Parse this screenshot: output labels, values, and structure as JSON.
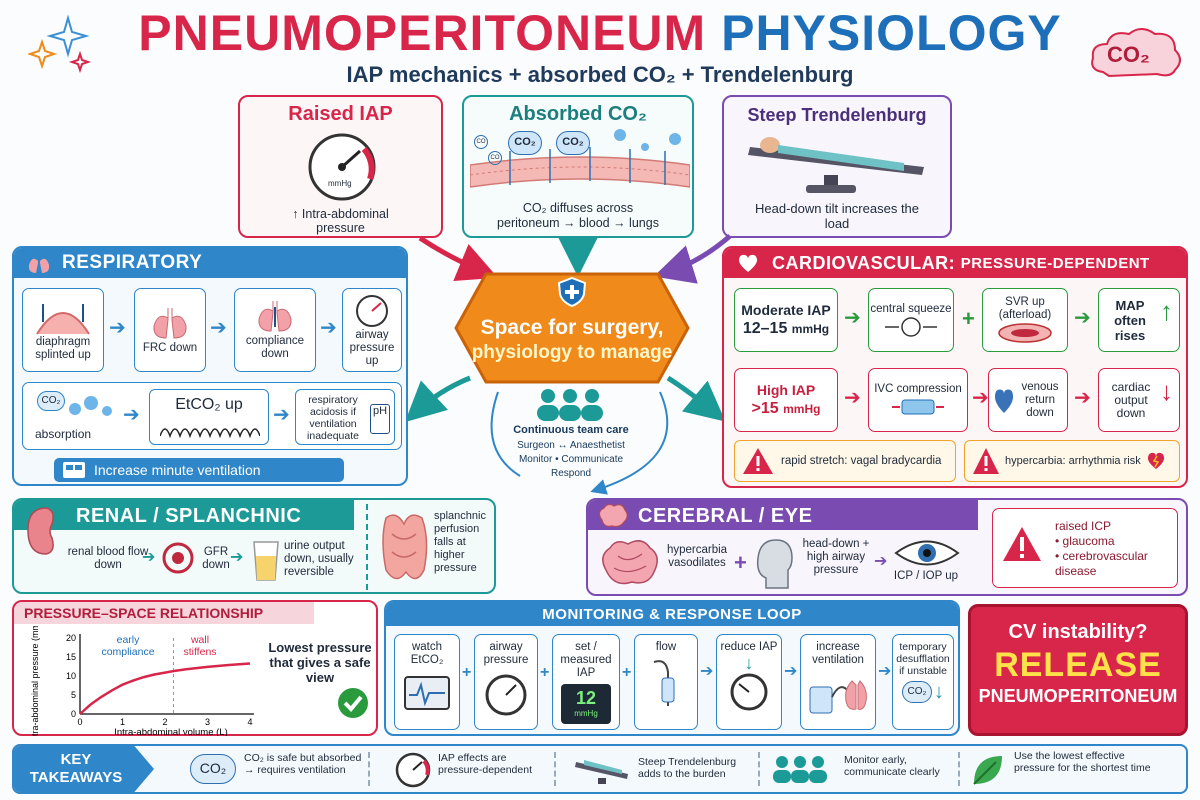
{
  "header": {
    "title_part1": "PNEUMOPERITONEUM",
    "title_part2": "PHYSIOLOGY",
    "subtitle": "IAP mechanics + absorbed CO₂ + Trendelenburg",
    "cloud_badge": "CO₂"
  },
  "top": {
    "iap": {
      "title": "Raised IAP",
      "gauge_unit": "mmHg",
      "caption": "↑ Intra-abdominal pressure"
    },
    "co2": {
      "title": "Absorbed CO₂",
      "bubble1": "CO₂",
      "bubble2": "CO₂",
      "tiny1": "CO",
      "tiny2": "CO",
      "caption": "CO₂ diffuses across peritoneum → blood → lungs"
    },
    "trend": {
      "title": "Steep Trendelenburg",
      "caption": "Head-down tilt increases the load"
    }
  },
  "center": {
    "line1": "Space for surgery,",
    "line2": "physiology to manage",
    "team_title": "Continuous team care",
    "team_line1": "Surgeon ↔ Anaesthetist",
    "team_line2": "Monitor • Communicate",
    "team_line3": "Respond"
  },
  "resp": {
    "title": "RESPIRATORY",
    "step1": "diaphragm splinted up",
    "step2": "FRC down",
    "step3": "compliance down",
    "step4": "airway pressure up",
    "co2_label": "CO₂",
    "absorption": "absorption",
    "etco2": "EtCO₂ up",
    "acidosis": "respiratory acidosis if ventilation inadequate",
    "ph": "pH",
    "action": "Increase minute ventilation"
  },
  "cv": {
    "title_bold": "CARDIOVASCULAR:",
    "title_rest": "PRESSURE-DEPENDENT",
    "moderate": "Moderate IAP",
    "moderate_range": "12–15",
    "unit": "mmHg",
    "central": "central squeeze",
    "svr": "SVR up (afterload)",
    "map": "MAP often rises",
    "high": "High IAP",
    "high_range": ">15",
    "ivc": "IVC compression",
    "venous": "venous return down",
    "co": "cardiac output down",
    "warn1": "rapid stretch: vagal bradycardia",
    "warn2": "hypercarbia: arrhythmia risk"
  },
  "renal": {
    "title": "RENAL / SPLANCHNIC",
    "blood": "renal blood flow down",
    "gfr": "GFR down",
    "urine": "urine output down, usually reversible",
    "splanchnic": "splanchnic perfusion falls at higher pressure"
  },
  "cerebral": {
    "title": "CEREBRAL / EYE",
    "hyper": "hypercarbia vasodilates",
    "headdown": "head-down + high airway pressure",
    "icp": "ICP / IOP up",
    "raised": "raised ICP",
    "b1": "glaucoma",
    "b2": "cerebrovascular disease"
  },
  "pressure": {
    "title": "PRESSURE–SPACE RELATIONSHIP",
    "ylabel": "Intra-abdominal pressure (mmHg)",
    "xlabel": "Intra-abdominal volume (L)",
    "early": "early compliance",
    "wall": "wall stiffens",
    "note": "Lowest pressure that gives a safe view"
  },
  "chart_data": {
    "type": "line",
    "title": "PRESSURE–SPACE RELATIONSHIP",
    "xlabel": "Intra-abdominal volume (L)",
    "ylabel": "Intra-abdominal pressure (mmHg)",
    "xlim": [
      0,
      4
    ],
    "ylim": [
      0,
      20
    ],
    "xticks": [
      0,
      1,
      2,
      3,
      4
    ],
    "yticks": [
      0,
      5,
      10,
      15,
      20
    ],
    "x": [
      0,
      0.25,
      0.5,
      0.75,
      1,
      1.25,
      1.5,
      1.75,
      2,
      2.25,
      2.5,
      3,
      3.5,
      4
    ],
    "y": [
      0,
      2.5,
      4.5,
      6.2,
      7.7,
      8.8,
      9.7,
      10.4,
      10.9,
      11.4,
      11.8,
      12.4,
      12.9,
      13.3
    ],
    "annotations": [
      "early compliance",
      "wall stiffens"
    ]
  },
  "monitor": {
    "title": "MONITORING & RESPONSE LOOP",
    "s1": "watch EtCO₂",
    "s2": "airway pressure",
    "s3": "set / measured IAP",
    "s3_value": "12",
    "s3_unit": "mmHg",
    "s4": "flow",
    "s5": "reduce IAP",
    "s6": "increase ventilation",
    "s7": "temporary desufflation if unstable",
    "s7_badge": "CO₂"
  },
  "release": {
    "line1": "CV instability?",
    "line2": "RELEASE",
    "line3": "PNEUMOPERITONEUM"
  },
  "takeaways": {
    "label_line1": "KEY",
    "label_line2": "TAKEAWAYS",
    "co2_badge": "CO₂",
    "t1": "CO₂ is safe but absorbed → requires ventilation",
    "t2": "IAP effects are pressure-dependent",
    "t3": "Steep Trendelenburg adds to the burden",
    "t4": "Monitor early, communicate clearly",
    "t5": "Use the lowest effective pressure for the shortest time"
  },
  "colors": {
    "red": "#d8264a",
    "blue": "#2f86c8",
    "teal": "#1c9a98",
    "purple": "#7a4bb0",
    "orange": "#f08a1a",
    "green": "#2a9b3d"
  }
}
